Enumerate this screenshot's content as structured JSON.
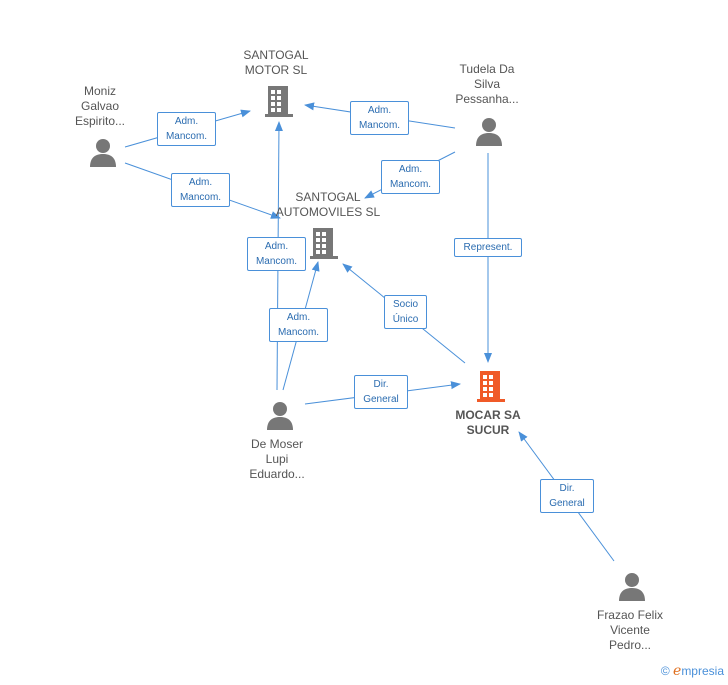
{
  "nodes": {
    "santogal_motor": {
      "label": "SANTOGAL\nMOTOR SL"
    },
    "santogal_auto": {
      "label": "SANTOGAL\nAUTOMOVILES SL"
    },
    "mocar": {
      "label": "MOCAR SA\nSUCUR"
    },
    "moniz": {
      "label": "Moniz\nGalvao\nEspirito..."
    },
    "tudela": {
      "label": "Tudela Da\nSilva\nPessanha..."
    },
    "demoser": {
      "label": "De Moser\nLupi\nEduardo..."
    },
    "frazao": {
      "label": "Frazao Felix\nVicente\nPedro..."
    }
  },
  "edges": [
    {
      "label": "Adm.\nMancom."
    },
    {
      "label": "Adm.\nMancom."
    },
    {
      "label": "Adm.\nMancom."
    },
    {
      "label": "Adm.\nMancom."
    },
    {
      "label": "Adm.\nMancom."
    },
    {
      "label": "Adm.\nMancom."
    },
    {
      "label": "Represent."
    },
    {
      "label": "Socio\nÚnico"
    },
    {
      "label": "Dir.\nGeneral"
    },
    {
      "label": "Dir.\nGeneral"
    }
  ],
  "footer": {
    "copyright": "©",
    "brand_initial": "e",
    "brand_rest": "mpresia"
  },
  "colors": {
    "edge": "#4a90d9",
    "company": "#777777",
    "main_company": "#f05a28",
    "person": "#777777"
  },
  "icons": {
    "company": "building-icon",
    "person": "person-icon"
  }
}
